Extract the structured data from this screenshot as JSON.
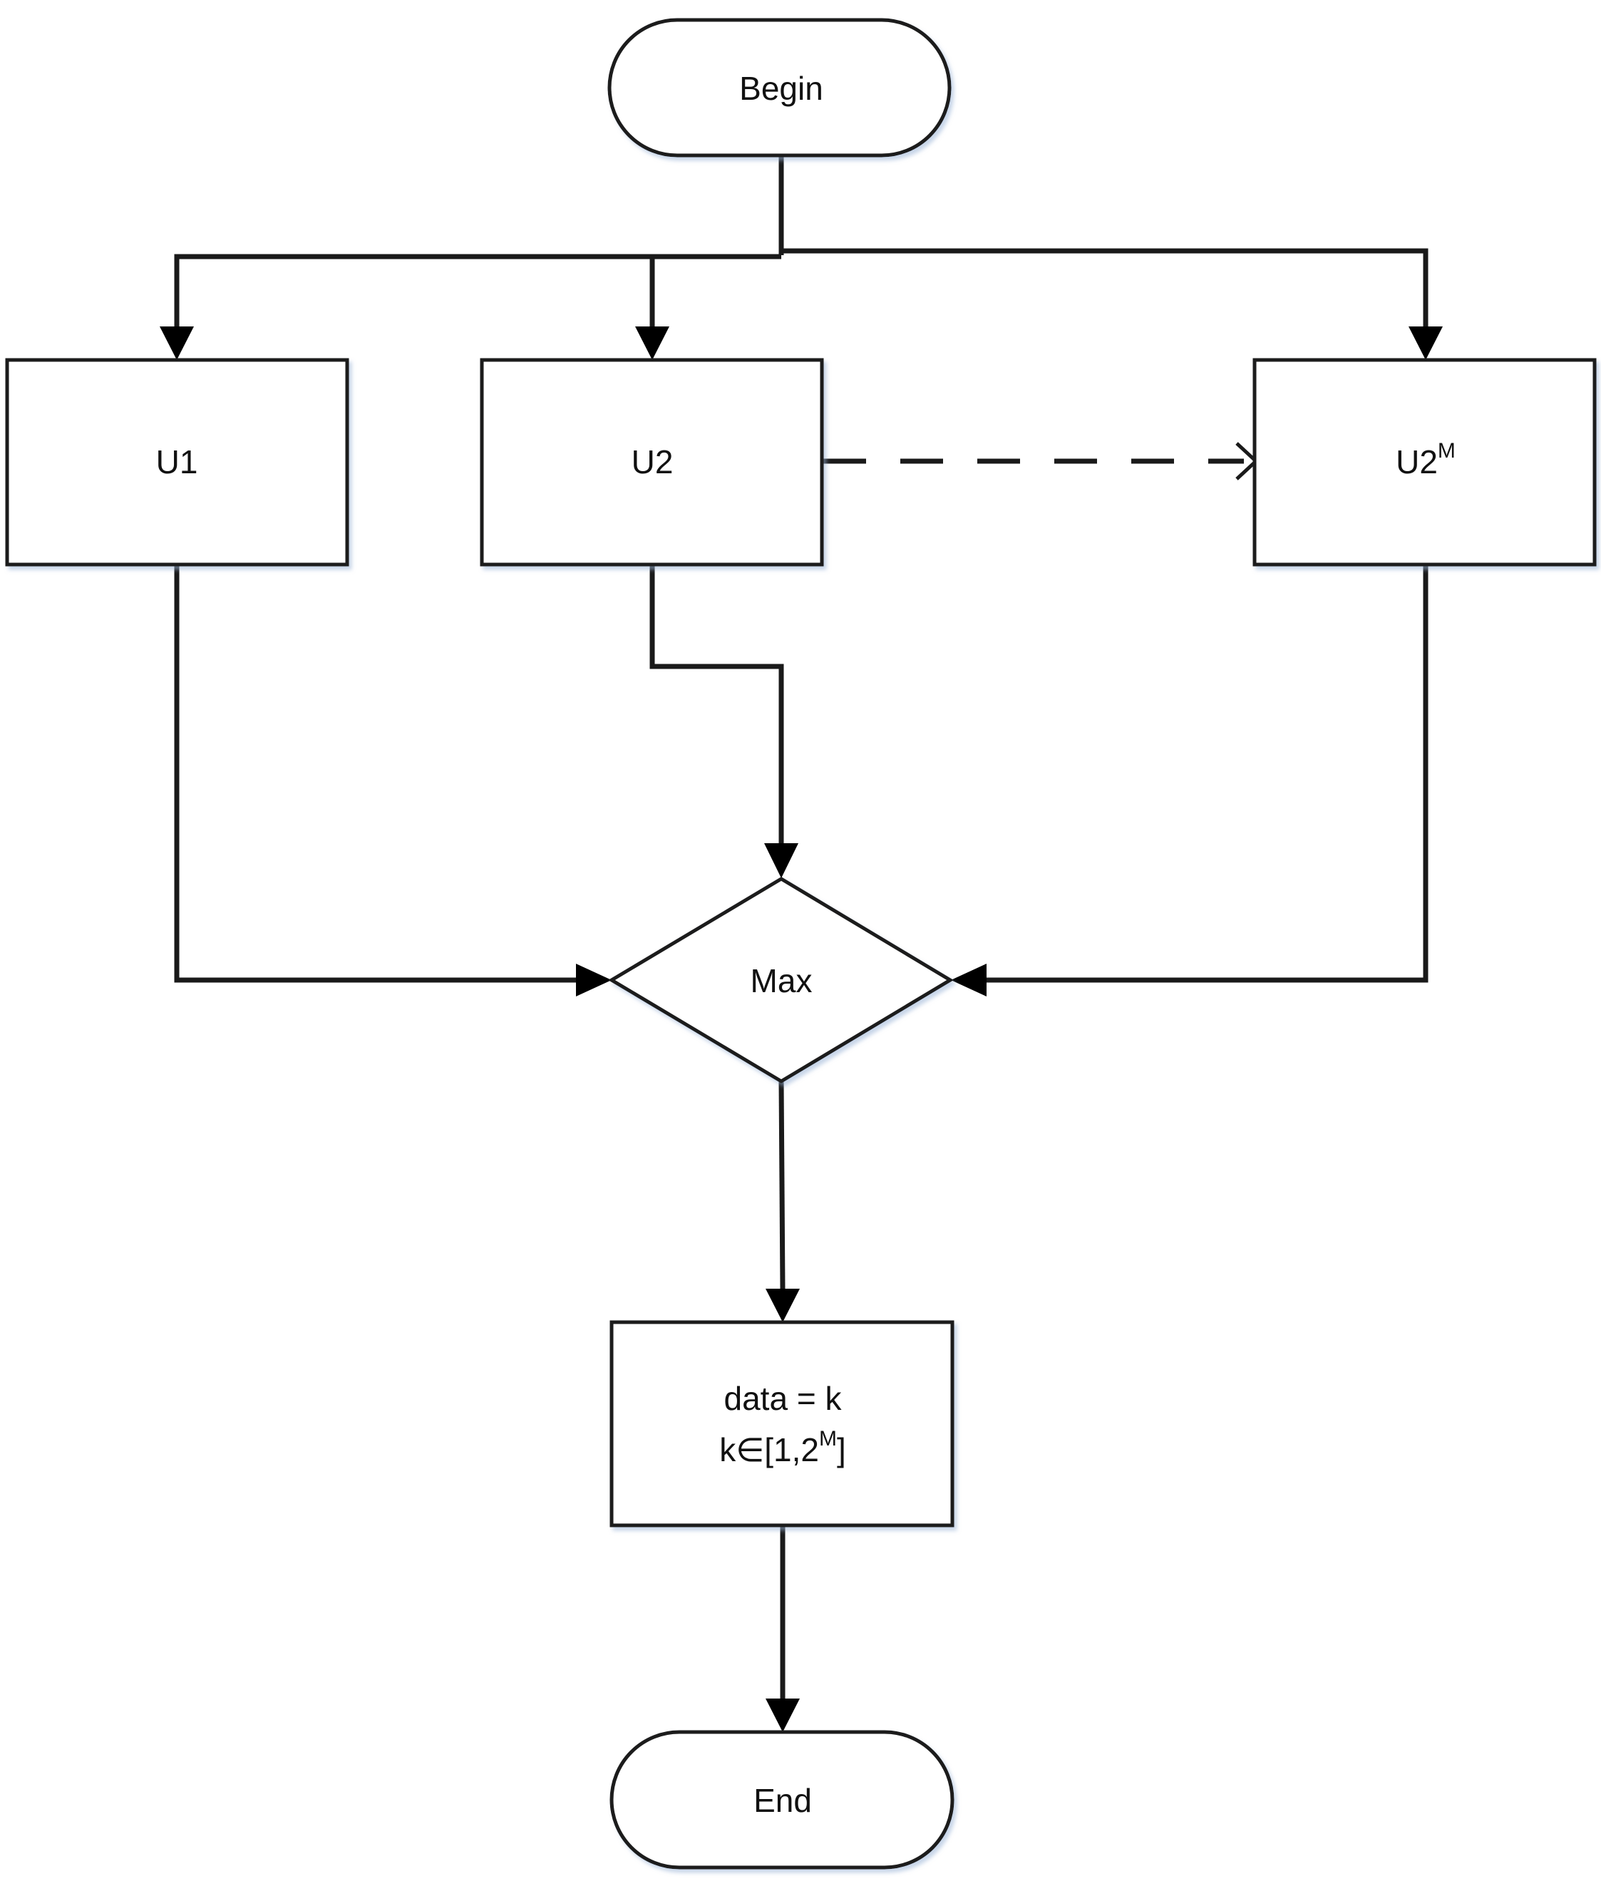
{
  "nodes": {
    "begin": {
      "label": "Begin"
    },
    "u1": {
      "label": "U1"
    },
    "u2": {
      "label": "U2"
    },
    "u2m": {
      "base": "U2",
      "sup": "M"
    },
    "max": {
      "label": "Max"
    },
    "data": {
      "line1": "data = k",
      "line2_pre": "k∈[1,2",
      "line2_sup": "M",
      "line2_post": "]"
    },
    "end": {
      "label": "End"
    }
  }
}
